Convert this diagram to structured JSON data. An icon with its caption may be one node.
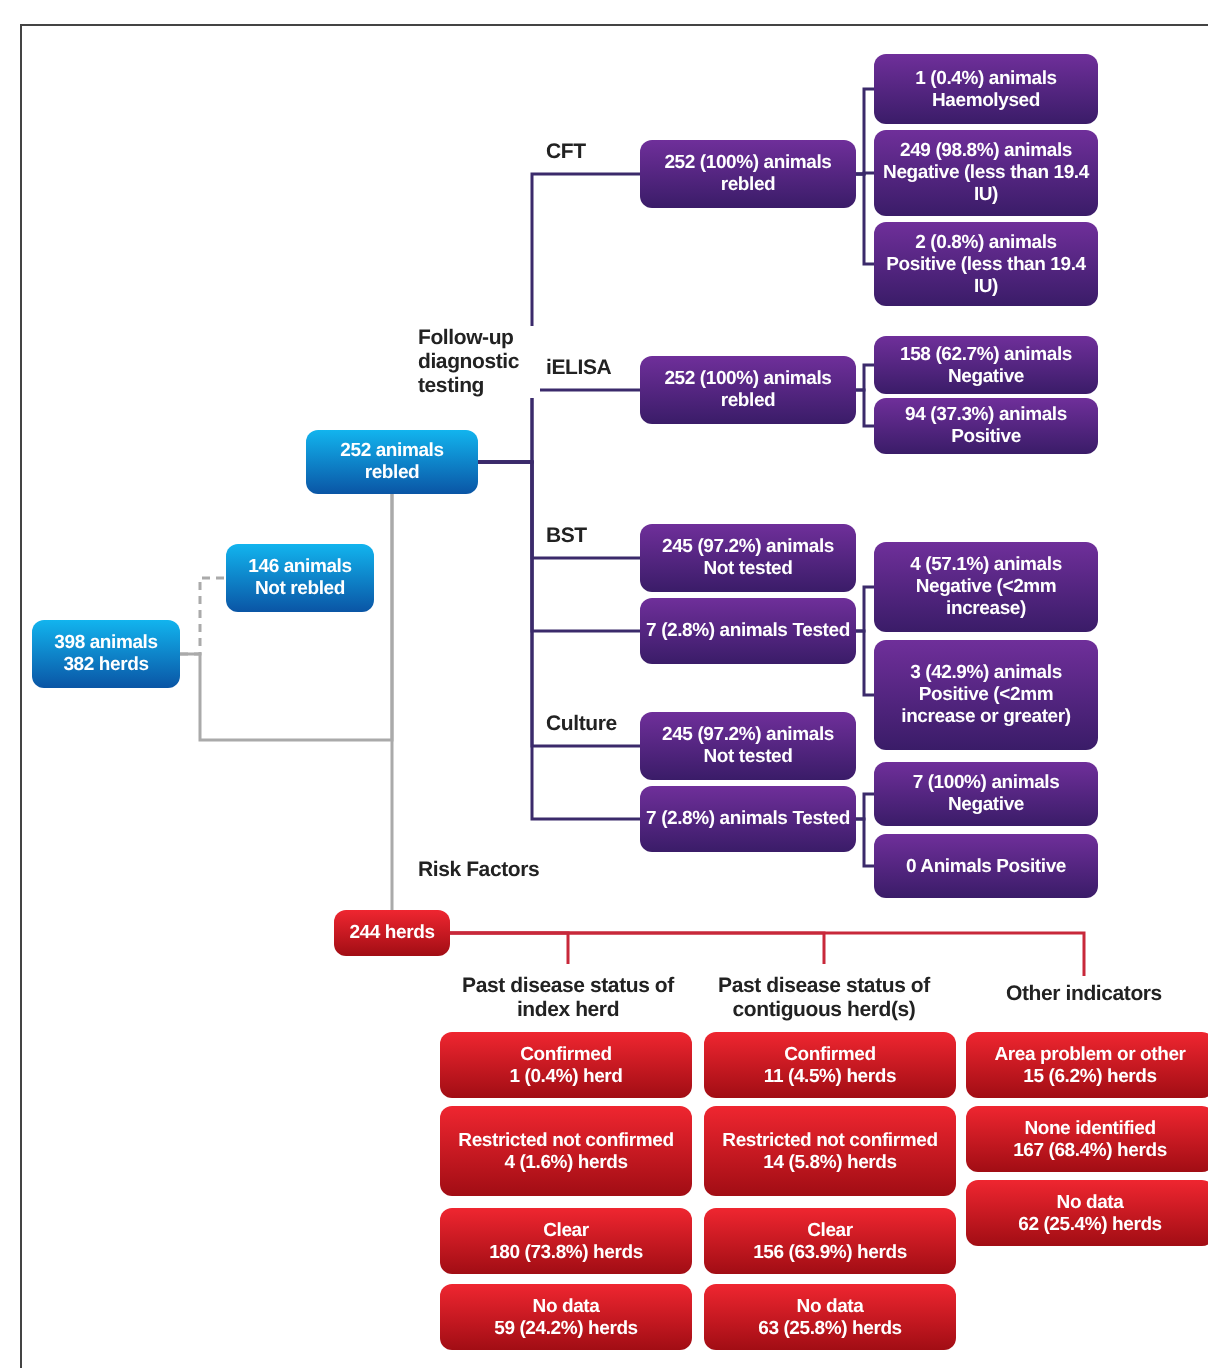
{
  "diagram": {
    "nodes": [
      {
        "text": [
          "398 animals 382 herds"
        ]
      },
      {
        "text": [
          "146 animals Not rebled"
        ]
      },
      {
        "text": [
          "252 animals rebled"
        ]
      },
      {
        "text": [
          "252 (100%) animals rebled"
        ]
      },
      {
        "text": [
          "1 (0.4%) animals Haemolysed"
        ]
      },
      {
        "text": [
          "249 (98.8%) animals Negative (less than 19.4 IU)"
        ]
      },
      {
        "text": [
          "2 (0.8%) animals Positive (less than 19.4 IU)"
        ]
      },
      {
        "text": [
          "252 (100%) animals rebled"
        ]
      },
      {
        "text": [
          "158 (62.7%) animals Negative"
        ]
      },
      {
        "text": [
          "94 (37.3%) animals Positive"
        ]
      },
      {
        "text": [
          "245 (97.2%) animals Not tested"
        ]
      },
      {
        "text": [
          "7 (2.8%) animals Tested"
        ]
      },
      {
        "text": [
          "4 (57.1%) animals Negative (<2mm increase)"
        ]
      },
      {
        "text": [
          "3 (42.9%) animals Positive (<2mm increase or greater)"
        ]
      },
      {
        "text": [
          "245 (97.2%) animals Not tested"
        ]
      },
      {
        "text": [
          "7 (2.8%) animals Tested"
        ]
      },
      {
        "text": [
          "7 (100%) animals Negative"
        ]
      },
      {
        "text": [
          "0 Animals Positive"
        ]
      },
      {
        "text": [
          "244 herds"
        ]
      },
      {
        "text": [
          "Past disease status of index herd"
        ]
      },
      {
        "text": [
          "Past disease status of contiguous herd(s)"
        ]
      },
      {
        "text": [
          "Other indicators"
        ]
      },
      {
        "text": [
          "Confirmed",
          "1 (0.4%) herd"
        ]
      },
      {
        "text": [
          "Restricted not confirmed",
          "4 (1.6%) herds"
        ]
      },
      {
        "text": [
          "Clear",
          "180 (73.8%) herds"
        ]
      },
      {
        "text": [
          "No data",
          "59 (24.2%) herds"
        ]
      },
      {
        "text": [
          "Confirmed",
          "11 (4.5%) herds"
        ]
      },
      {
        "text": [
          "Restricted not confirmed",
          "14 (5.8%) herds"
        ]
      },
      {
        "text": [
          "Clear",
          "156 (63.9%) herds"
        ]
      },
      {
        "text": [
          "No data",
          "63 (25.8%) herds"
        ]
      },
      {
        "text": [
          "Area problem or other",
          "15 (6.2%) herds"
        ]
      },
      {
        "text": [
          "None identified",
          "167 (68.4%) herds"
        ]
      },
      {
        "text": [
          "No data",
          "62 (25.4%) herds"
        ]
      }
    ],
    "edges": [
      {
        "from": 0,
        "to": 1,
        "arrow": "none",
        "style": "dashed",
        "color": "#aaaaaa"
      },
      {
        "from": 0,
        "to": 2,
        "arrow": "none",
        "color": "#aaaaaa"
      },
      {
        "from": 2,
        "to": 3,
        "arrow": "none",
        "label": "CFT"
      },
      {
        "from": 3,
        "to": 4,
        "arrow": "none"
      },
      {
        "from": 3,
        "to": 5,
        "arrow": "none"
      },
      {
        "from": 3,
        "to": 6,
        "arrow": "none"
      },
      {
        "from": 2,
        "to": 7,
        "arrow": "none",
        "label": "iELISA"
      },
      {
        "from": 7,
        "to": 8,
        "arrow": "none"
      },
      {
        "from": 7,
        "to": 9,
        "arrow": "none"
      },
      {
        "from": 2,
        "to": 10,
        "arrow": "none",
        "label": "BST"
      },
      {
        "from": 2,
        "to": 11,
        "arrow": "none"
      },
      {
        "from": 11,
        "to": 12,
        "arrow": "none"
      },
      {
        "from": 11,
        "to": 13,
        "arrow": "none"
      },
      {
        "from": 2,
        "to": 14,
        "arrow": "none",
        "label": "Culture"
      },
      {
        "from": 2,
        "to": 15,
        "arrow": "none"
      },
      {
        "from": 15,
        "to": 16,
        "arrow": "none"
      },
      {
        "from": 15,
        "to": 17,
        "arrow": "none"
      },
      {
        "from": 2,
        "to": 18,
        "arrow": "none",
        "label": "Risk Factors",
        "color": "#aaaaaa"
      },
      {
        "from": 18,
        "to": 19,
        "arrow": "none",
        "color": "#c8283a"
      },
      {
        "from": 18,
        "to": 20,
        "arrow": "none",
        "color": "#c8283a"
      },
      {
        "from": 18,
        "to": 21,
        "arrow": "none",
        "color": "#c8283a"
      }
    ],
    "labels": [
      "Follow-up diagnostic testing"
    ]
  }
}
